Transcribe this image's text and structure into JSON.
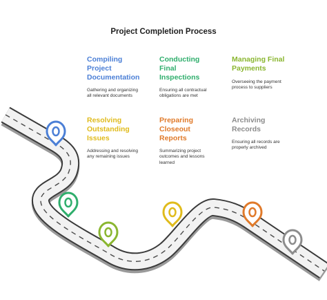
{
  "title": "Project Completion Process",
  "steps": [
    {
      "title": "Compiling\nProject\nDocumentation",
      "desc": "Gathering and organizing\nall relevant documents",
      "color": "#4b7fd6",
      "marker_icon": "location-pin-icon"
    },
    {
      "title": "Conducting\nFinal\nInspections",
      "desc": "Ensuring all contractual\nobligations are met",
      "color": "#2fae6c",
      "marker_icon": "location-pin-icon"
    },
    {
      "title": "Managing Final\nPayments",
      "desc": "Overseeing the payment\nprocess to suppliers",
      "color": "#8ab630",
      "marker_icon": "location-pin-icon"
    },
    {
      "title": "Resolving\nOutstanding\nIssues",
      "desc": "Addressing and resolving\nany remaining issues",
      "color": "#e0bb1c",
      "marker_icon": "location-pin-icon"
    },
    {
      "title": "Preparing\nCloseout\nReports",
      "desc": "Summarizing project\noutcomes and lessons\nlearned",
      "color": "#e07a2a",
      "marker_icon": "location-pin-icon"
    },
    {
      "title": "Archiving\nRecords",
      "desc": "Ensuring all records are\nproperly archived",
      "color": "#8c8c8c",
      "marker_icon": "location-pin-icon"
    }
  ]
}
